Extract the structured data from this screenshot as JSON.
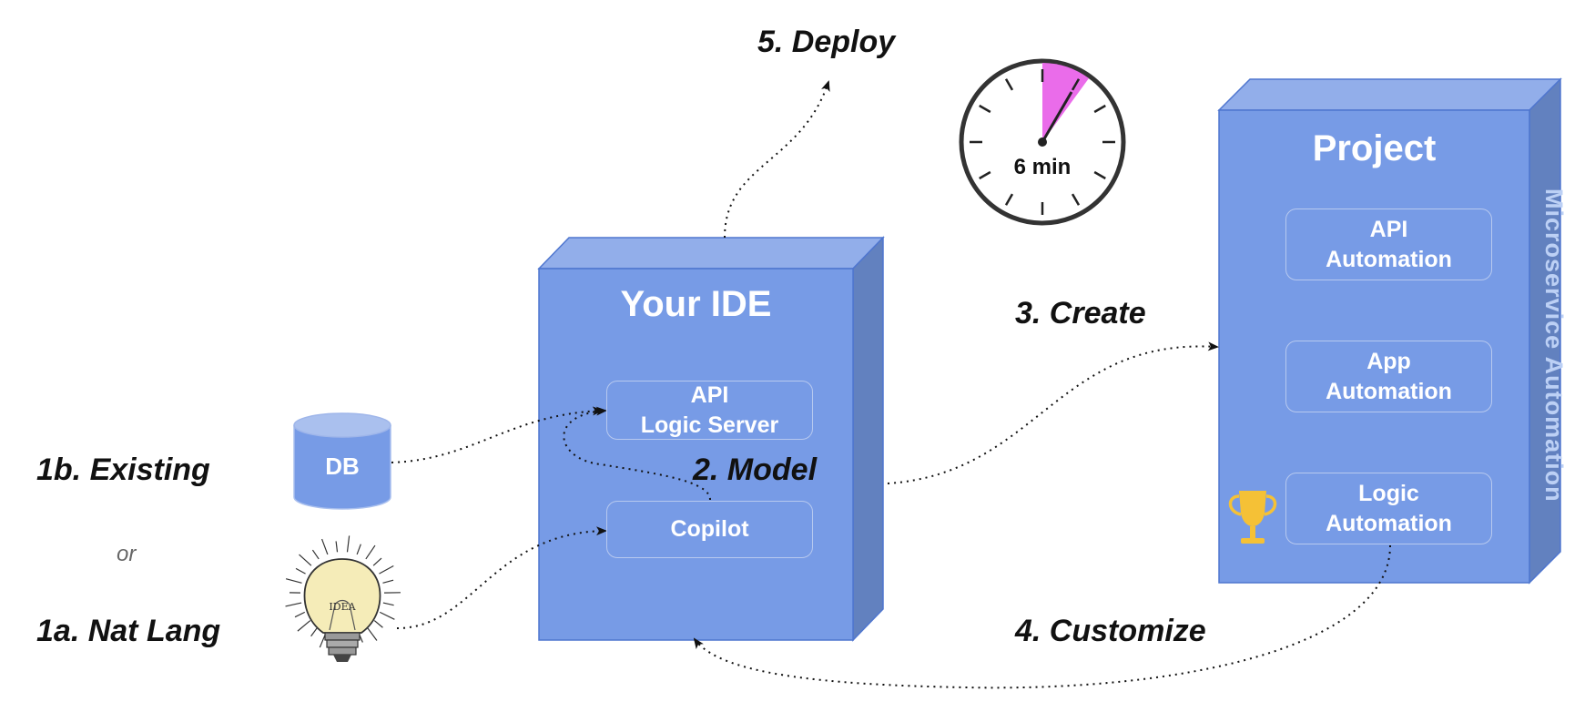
{
  "steps": {
    "deploy": "5. Deploy",
    "create": "3. Create",
    "model": "2. Model",
    "customize": "4. Customize",
    "existing": "1b. Existing",
    "natlang": "1a. Nat Lang",
    "or": "or"
  },
  "ide": {
    "title": "Your IDE",
    "api_server_line1": "API",
    "api_server_line2": "Logic Server",
    "copilot": "Copilot"
  },
  "project": {
    "title": "Project",
    "side_label": "Microservice Automation",
    "items": [
      {
        "line1": "API",
        "line2": "Automation"
      },
      {
        "line1": "App",
        "line2": "Automation"
      },
      {
        "line1": "Logic",
        "line2": "Automation"
      }
    ]
  },
  "db": {
    "label": "DB"
  },
  "idea": {
    "label": "IDEA"
  },
  "clock": {
    "label": "6 min",
    "minutes": 6
  },
  "colors": {
    "box_front": "#779be6",
    "box_top": "#92aeea",
    "box_side": "#6281bf",
    "box_border": "#4f76cf",
    "clock_wedge": "#ea6cea",
    "trophy": "#f5c136"
  }
}
